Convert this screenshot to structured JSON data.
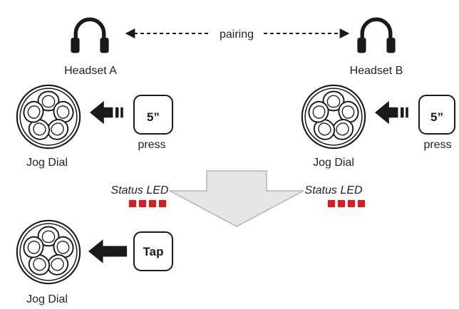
{
  "headsets": {
    "a_label": "Headset A",
    "b_label": "Headset B",
    "pairing_label": "pairing"
  },
  "left_group": {
    "jog_label": "Jog Dial",
    "button_label": "5”",
    "action_label": "press",
    "status_label": "Status LED"
  },
  "right_group": {
    "jog_label": "Jog Dial",
    "button_label": "5”",
    "action_label": "press",
    "status_label": "Status LED"
  },
  "bottom_group": {
    "jog_label": "Jog Dial",
    "button_label": "Tap"
  },
  "colors": {
    "stroke": "#1a1a1a",
    "led": "#e0191e",
    "flow_arrow_fill": "#e6e6e6",
    "flow_arrow_stroke": "#b4b4b4"
  },
  "icons": {
    "headset": "headphones-icon",
    "jog_dial": "jog-dial-icon",
    "push": "push-arrow-icon",
    "flow": "down-arrow-icon"
  }
}
